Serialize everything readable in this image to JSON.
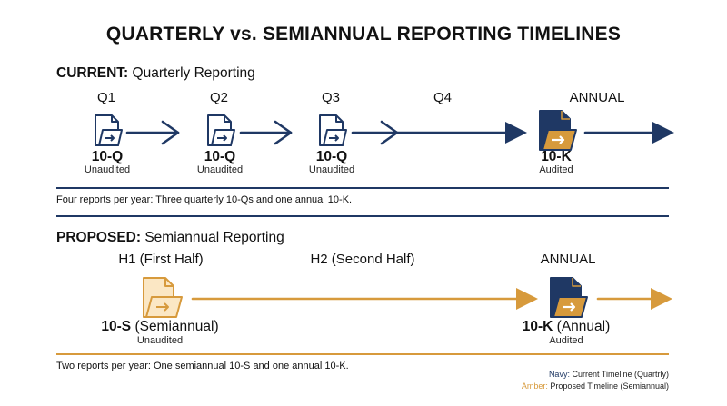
{
  "title": "QUARTERLY vs. SEMIANNUAL REPORTING TIMELINES",
  "colors": {
    "navy": "#1f3864",
    "amber": "#d79a3c",
    "text": "#111111",
    "icon_fill_amber": "#fbe7c4"
  },
  "current": {
    "label_bold": "CURRENT:",
    "label_rest": "Quarterly Reporting",
    "periods": [
      "Q1",
      "Q2",
      "Q3",
      "Q4",
      "ANNUAL"
    ],
    "docs": [
      {
        "name": "10-Q",
        "status": "Unaudited",
        "icon": "document-folder-icon"
      },
      {
        "name": "10-Q",
        "status": "Unaudited",
        "icon": "document-folder-icon"
      },
      {
        "name": "10-Q",
        "status": "Unaudited",
        "icon": "document-folder-icon"
      },
      {
        "name": "10-K",
        "status": "Audited",
        "icon": "document-folder-filled-icon"
      }
    ],
    "note": "Four reports per year: Three quarterly 10-Qs and one annual 10-K."
  },
  "proposed": {
    "label_bold": "PROPOSED:",
    "label_rest": "Semiannual Reporting",
    "periods": [
      "H1 (First Half)",
      "H2 (Second Half)",
      "ANNUAL"
    ],
    "docs": [
      {
        "name": "10-S",
        "detail": "(Semiannual)",
        "status": "Unaudited",
        "icon": "document-folder-icon"
      },
      {
        "name": "10-K",
        "detail": "(Annual)",
        "status": "Audited",
        "icon": "document-folder-filled-icon"
      }
    ],
    "note": "Two reports per year: One semiannual 10-S and one annual 10-K."
  },
  "legend": {
    "navy_key": "Navy:",
    "navy_text": "Current Timeline (Quartrly)",
    "amber_key": "Amber:",
    "amber_text": "Proposed Timeline (Semiannual)"
  }
}
